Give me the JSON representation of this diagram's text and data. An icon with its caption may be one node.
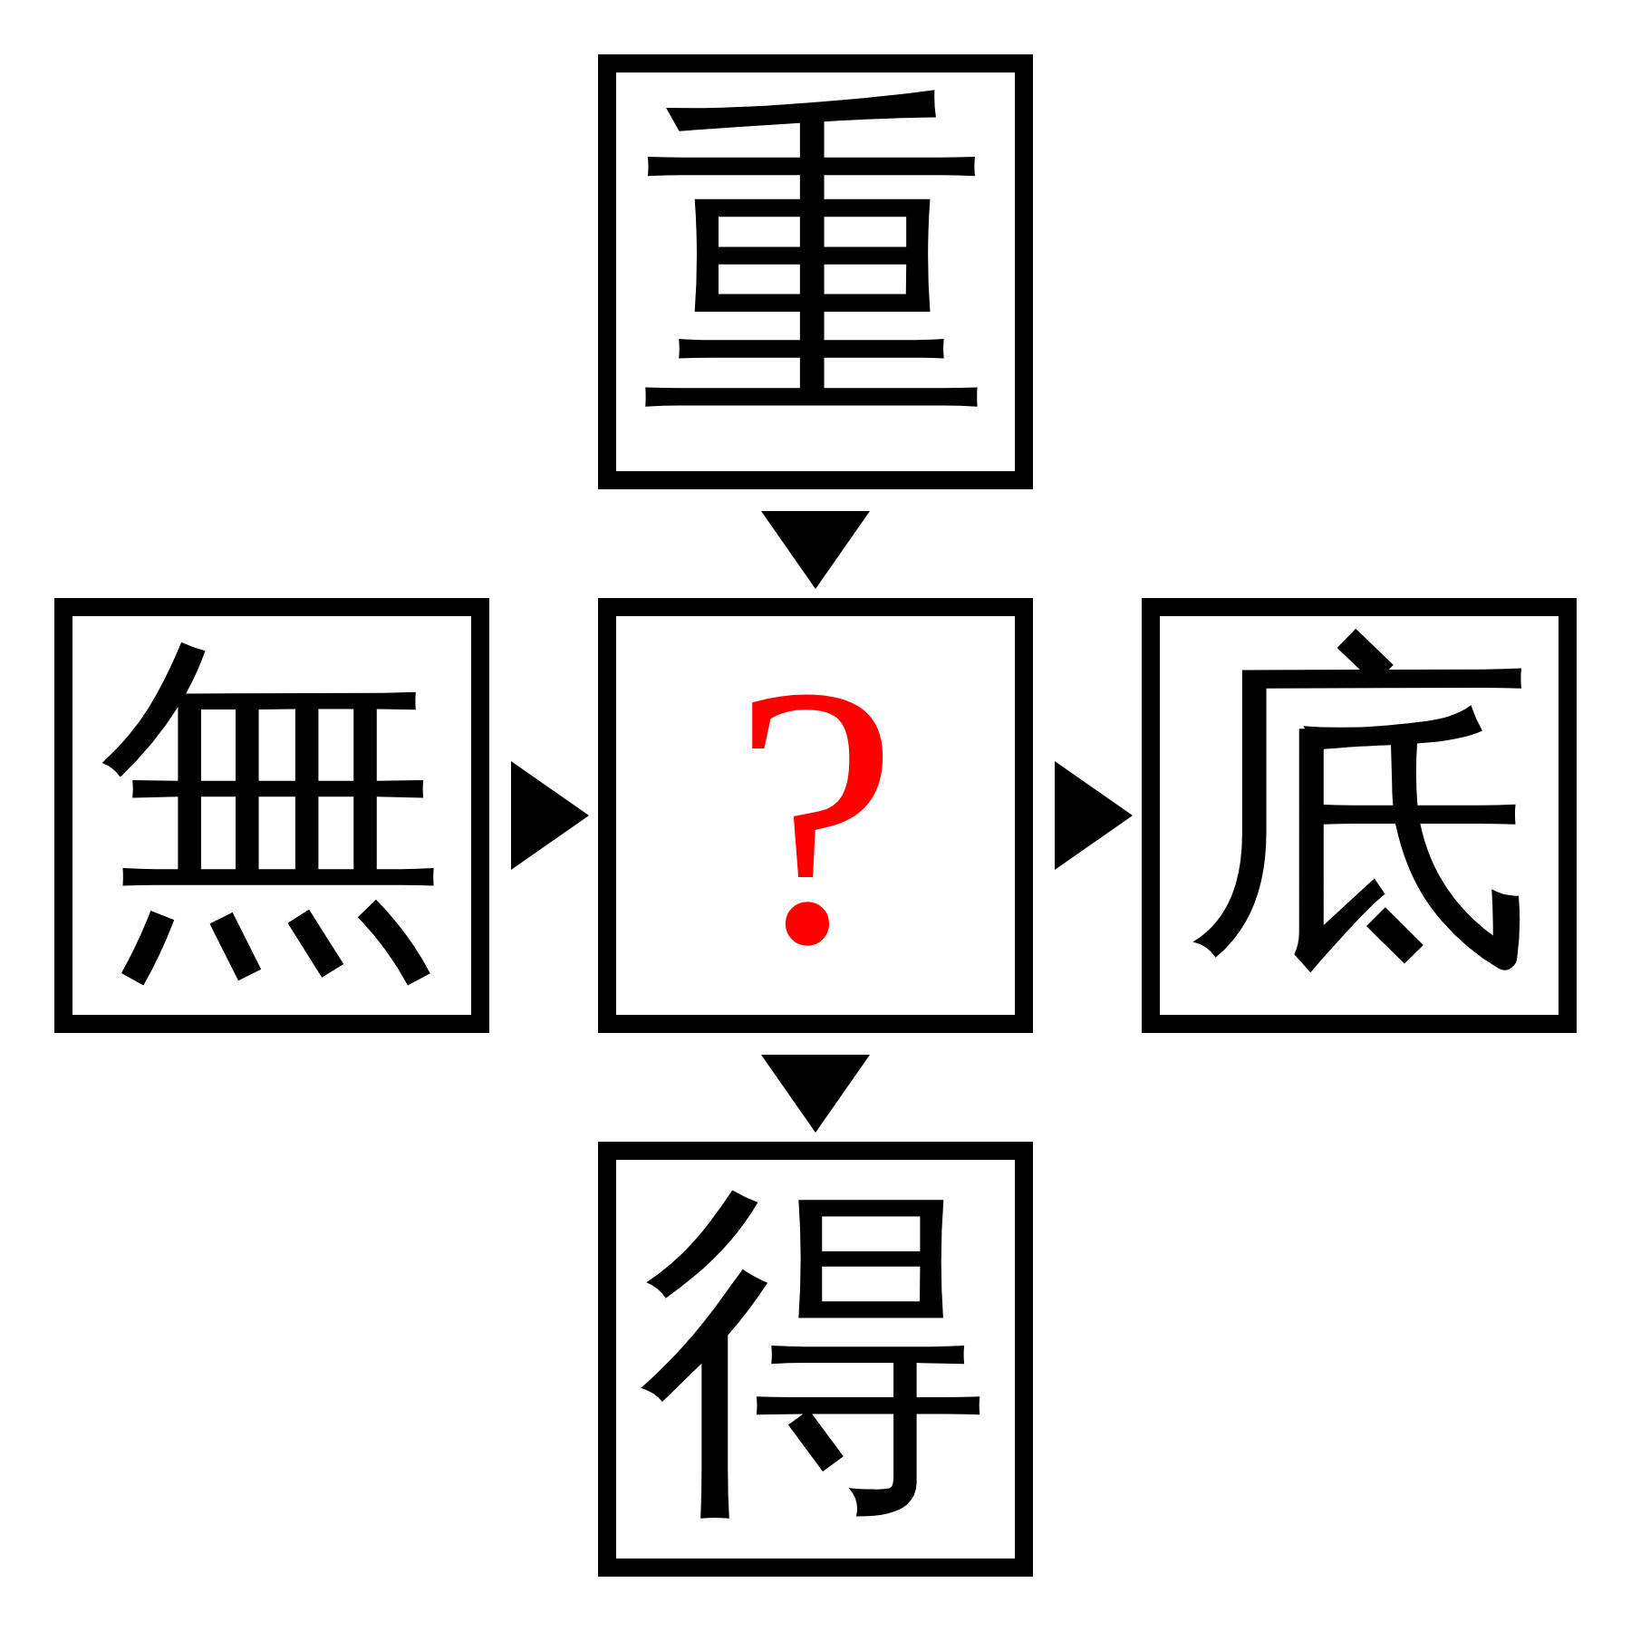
{
  "diagram": {
    "nodes": [
      {
        "text": [
          "重"
        ]
      },
      {
        "text": [
          "無"
        ]
      },
      {
        "text": [
          "?"
        ]
      },
      {
        "text": [
          "底"
        ]
      },
      {
        "text": [
          "得"
        ]
      }
    ],
    "edges": [
      {
        "from": 0,
        "to": 2,
        "arrow": "to"
      },
      {
        "from": 1,
        "to": 2,
        "arrow": "to"
      },
      {
        "from": 2,
        "to": 3,
        "arrow": "to"
      },
      {
        "from": 2,
        "to": 4,
        "arrow": "to"
      }
    ]
  }
}
